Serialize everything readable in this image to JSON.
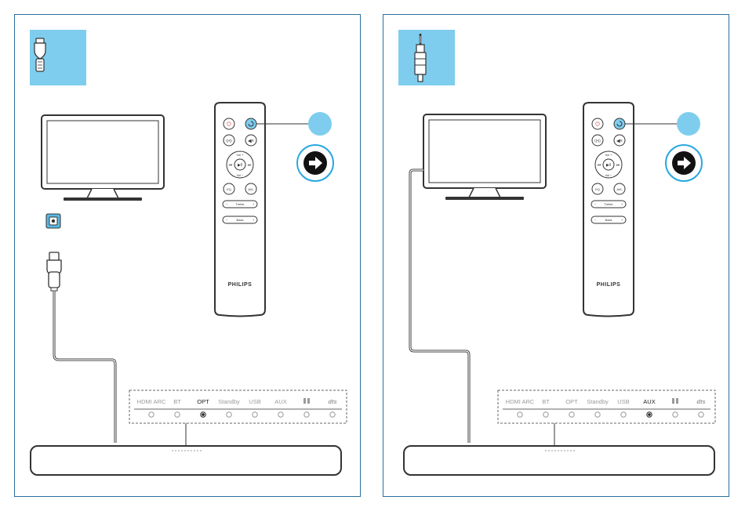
{
  "colors": {
    "border": "#2b6f9e",
    "icon_bg": "#7fcdee",
    "accent": "#29a8e0",
    "power_red": "#e03a3a",
    "line": "#333333"
  },
  "icons": {
    "left_connector": "optical-plug-icon",
    "right_connector": "audio-jack-icon",
    "step_arrow": "arrow-right-circle-icon"
  },
  "left": {
    "remote": {
      "brand": "PHILIPS",
      "vol_up": "Vol +",
      "vol_down": "Vol −",
      "eq": "EQ",
      "avl": "AVL",
      "treble": "Treble",
      "bass": "Bass"
    },
    "indicators": [
      "HDMI ARC",
      "BT",
      "OPT",
      "Standby",
      "USB",
      "AUX",
      "DOLBY",
      "dts"
    ],
    "active_index": 2
  },
  "right": {
    "remote": {
      "brand": "PHILIPS",
      "vol_up": "Vol +",
      "vol_down": "Vol −",
      "eq": "EQ",
      "avl": "AVL",
      "treble": "Treble",
      "bass": "Bass"
    },
    "indicators": [
      "HDMI ARC",
      "BT",
      "OPT",
      "Standby",
      "USB",
      "AUX",
      "DOLBY",
      "dts"
    ],
    "active_index": 5
  }
}
